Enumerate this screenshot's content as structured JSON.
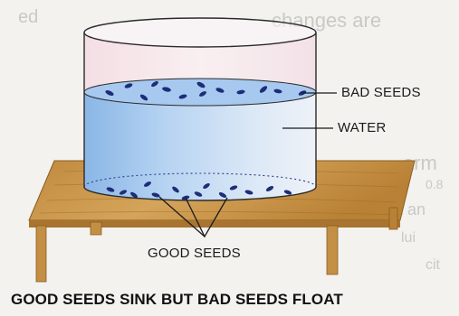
{
  "labels": {
    "bad_seeds": "BAD SEEDS",
    "water": "WATER",
    "good_seeds": "GOOD SEEDS"
  },
  "caption": "GOOD SEEDS SINK BUT BAD SEEDS FLOAT",
  "background_text": [
    "changes are",
    "ed",
    "arm",
    "t an",
    "lui",
    "0.8",
    "cit"
  ],
  "colors": {
    "water": "#9cc3ec",
    "seed": "#1d2d78",
    "table_top": "#c9974c",
    "table_legs": "#b58738",
    "paper": "#f3f2ef"
  }
}
